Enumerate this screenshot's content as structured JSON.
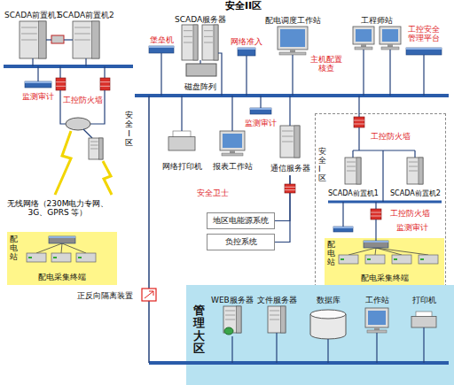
{
  "diagram": {
    "nodes": [
      {
        "text": [
          "安全I区"
        ]
      },
      {
        "text": [
          "配电站",
          "配电采集终端"
        ]
      },
      {
        "text": [
          "配电站",
          "配电采集终端"
        ],
        "in": 0
      },
      {
        "text": [
          "通信服务器"
        ]
      },
      {
        "text": [
          "地区电能源系统"
        ]
      },
      {
        "text": [
          "负控系统"
        ]
      },
      {
        "text": [
          "管理大区"
        ]
      }
    ],
    "edges": [
      {
        "from": 3,
        "to": 4,
        "arrow": "none"
      },
      {
        "from": 3,
        "to": 5,
        "arrow": "none"
      }
    ],
    "labels": [
      "安全II区",
      "SCADA前置机1",
      "SCADA前置机2",
      "SCADA服务器",
      "配电调度工作站",
      "工程师站",
      "堡垒机",
      "网络准入",
      "主机配置核查",
      "工控安全管理平台",
      "磁盘阵列",
      "监测审计",
      "工控防火墙",
      "监测审计",
      "安全I区",
      "工控防火墙",
      "网络打印机",
      "报表工作站",
      "安全卫士",
      "SCADA前置机1",
      "SCADA前置机2",
      "工控防火墙",
      "监测审计",
      "无线网络（230M电力专网、3G、GPRS 等）",
      "正反向隔离装置",
      "WEB服务器",
      "文件服务器",
      "数据库",
      "工作站",
      "打印机"
    ]
  }
}
